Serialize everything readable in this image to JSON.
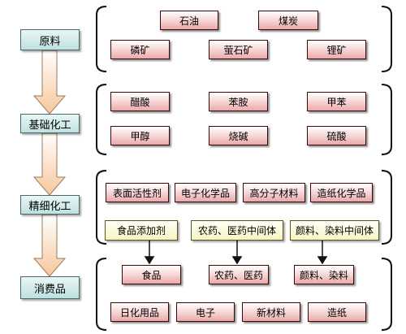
{
  "stages": [
    "原料",
    "基础化工",
    "精细化工",
    "消费品"
  ],
  "raw_materials": [
    "石油",
    "煤炭",
    "磷矿",
    "萤石矿",
    "锂矿"
  ],
  "basic_chemicals": [
    "醋酸",
    "苯胺",
    "甲苯",
    "甲醇",
    "烧碱",
    "硫酸"
  ],
  "fine_chemicals": [
    "表面活性剂",
    "电子化学品",
    "高分子材料",
    "造纸化学品"
  ],
  "intermediates": [
    "食品添加剂",
    "农药、医药中间体",
    "颜料、染料中间体"
  ],
  "consumer_products": [
    "食品",
    "农药、医药",
    "颜料、染料",
    "日化用品",
    "电子",
    "新材料",
    "造纸"
  ]
}
